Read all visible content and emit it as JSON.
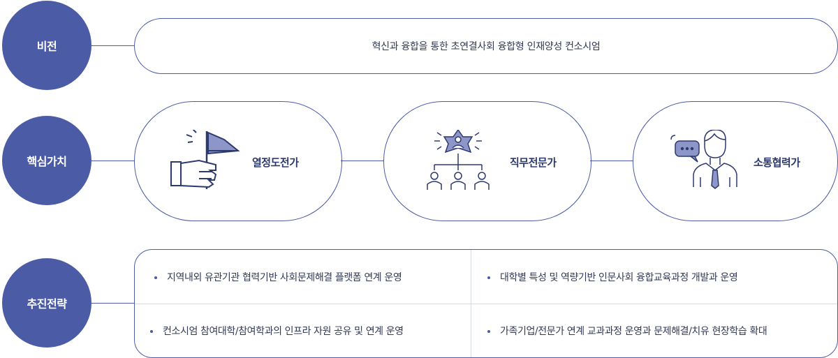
{
  "rows": {
    "vision": {
      "label": "비전",
      "text": "혁신과 융합을 통한 초연결사회 융합형 인재양성 컨소시엄"
    },
    "core_values": {
      "label": "핵심가치",
      "items": [
        {
          "label": "열정도전가",
          "icon": "flag-hand-icon"
        },
        {
          "label": "직무전문가",
          "icon": "org-chart-star-icon"
        },
        {
          "label": "소통협력가",
          "icon": "businessman-chat-icon"
        }
      ]
    },
    "strategy": {
      "label": "추진전략",
      "items": [
        "지역내외 유관기관 협력기반 사회문제해결 플랫폼 연계 운영",
        "대학별 특성 및 역량기반 인문사회 융합교육과정 개발과 운영",
        "컨소시엄 참여대학/참여학과의 인프라 자원 공유 및 연계 운영",
        "가족기업/전문가 연계 교과과정 운영과 문제해결/치유 현장학습 확대"
      ]
    }
  },
  "colors": {
    "accent": "#4b5ba6",
    "icon_fill": "#8d95c9",
    "text": "#333a55"
  }
}
